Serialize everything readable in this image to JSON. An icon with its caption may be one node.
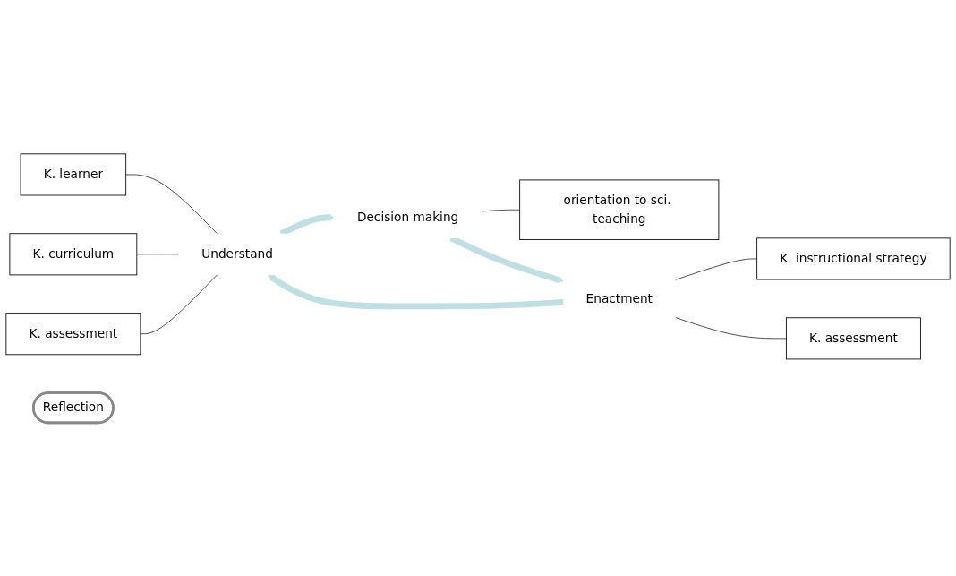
{
  "diagram": {
    "nodes": [
      {
        "text": [
          "K. learner"
        ]
      },
      {
        "text": [
          "K. curriculum"
        ]
      },
      {
        "text": [
          "K. assessment"
        ]
      },
      {
        "text": [
          "Understand"
        ]
      },
      {
        "text": [
          "Decision making"
        ]
      },
      {
        "text": [
          "orientation to sci. teaching"
        ]
      },
      {
        "text": [
          "Reflection"
        ]
      },
      {
        "text": [
          "Enactment"
        ]
      },
      {
        "text": [
          "K. instructional strategy"
        ]
      },
      {
        "text": [
          "K. assessment"
        ]
      }
    ],
    "edges": [
      {
        "from": 0,
        "to": 3,
        "arrow": "none"
      },
      {
        "from": 1,
        "to": 3,
        "arrow": "none"
      },
      {
        "from": 2,
        "to": 3,
        "arrow": "none"
      },
      {
        "from": 3,
        "to": 4,
        "arrow": "to",
        "style": "thick",
        "color": "#bfe0e3"
      },
      {
        "from": 4,
        "to": 5,
        "arrow": "none"
      },
      {
        "from": 4,
        "to": 7,
        "arrow": "to",
        "style": "thick",
        "color": "#bfe0e3"
      },
      {
        "from": 7,
        "to": 8,
        "arrow": "none"
      },
      {
        "from": 7,
        "to": 9,
        "arrow": "none"
      },
      {
        "from": 7,
        "to": 3,
        "arrow": "to",
        "style": "thick",
        "color": "#bfe0e3"
      }
    ]
  }
}
